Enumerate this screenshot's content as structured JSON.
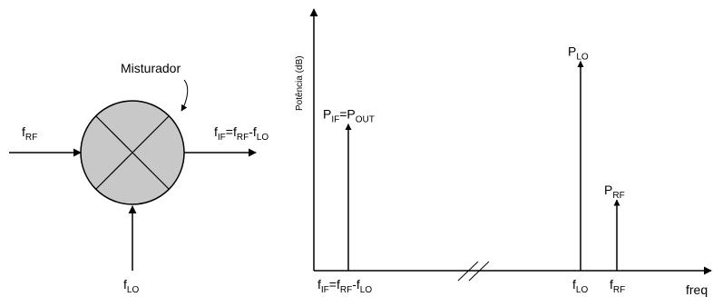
{
  "mixer": {
    "label": "Misturador",
    "input_rf": {
      "base": "f",
      "sub": "RF"
    },
    "input_lo": {
      "base": "f",
      "sub": "LO"
    },
    "output": [
      {
        "t": "f",
        "s": false
      },
      {
        "t": "IF",
        "s": true
      },
      {
        "t": "=f",
        "s": false
      },
      {
        "t": "RF",
        "s": true
      },
      {
        "t": "-f",
        "s": false
      },
      {
        "t": "LO",
        "s": true
      }
    ],
    "fill_color": "#c8c8c8"
  },
  "spectrum": {
    "ylabel": "Potência (dB)",
    "xlabel": "freq",
    "axis_break": true,
    "lines": [
      {
        "name": "if",
        "level": 0.56,
        "peak_label": [
          {
            "t": "P",
            "s": false
          },
          {
            "t": "IF",
            "s": true
          },
          {
            "t": "=P",
            "s": false
          },
          {
            "t": "OUT",
            "s": true
          }
        ],
        "freq_label": [
          {
            "t": "f",
            "s": false
          },
          {
            "t": "IF",
            "s": true
          },
          {
            "t": "=f",
            "s": false
          },
          {
            "t": "RF",
            "s": true
          },
          {
            "t": "-f",
            "s": false
          },
          {
            "t": "LO",
            "s": true
          }
        ]
      },
      {
        "name": "lo",
        "level": 0.8,
        "peak_label": [
          {
            "t": "P",
            "s": false
          },
          {
            "t": "LO",
            "s": true
          }
        ],
        "freq_label": [
          {
            "t": "f",
            "s": false
          },
          {
            "t": "LO",
            "s": true
          }
        ]
      },
      {
        "name": "rf",
        "level": 0.27,
        "peak_label": [
          {
            "t": "P",
            "s": false
          },
          {
            "t": "RF",
            "s": true
          }
        ],
        "freq_label": [
          {
            "t": "f",
            "s": false
          },
          {
            "t": "RF",
            "s": true
          }
        ]
      }
    ]
  }
}
